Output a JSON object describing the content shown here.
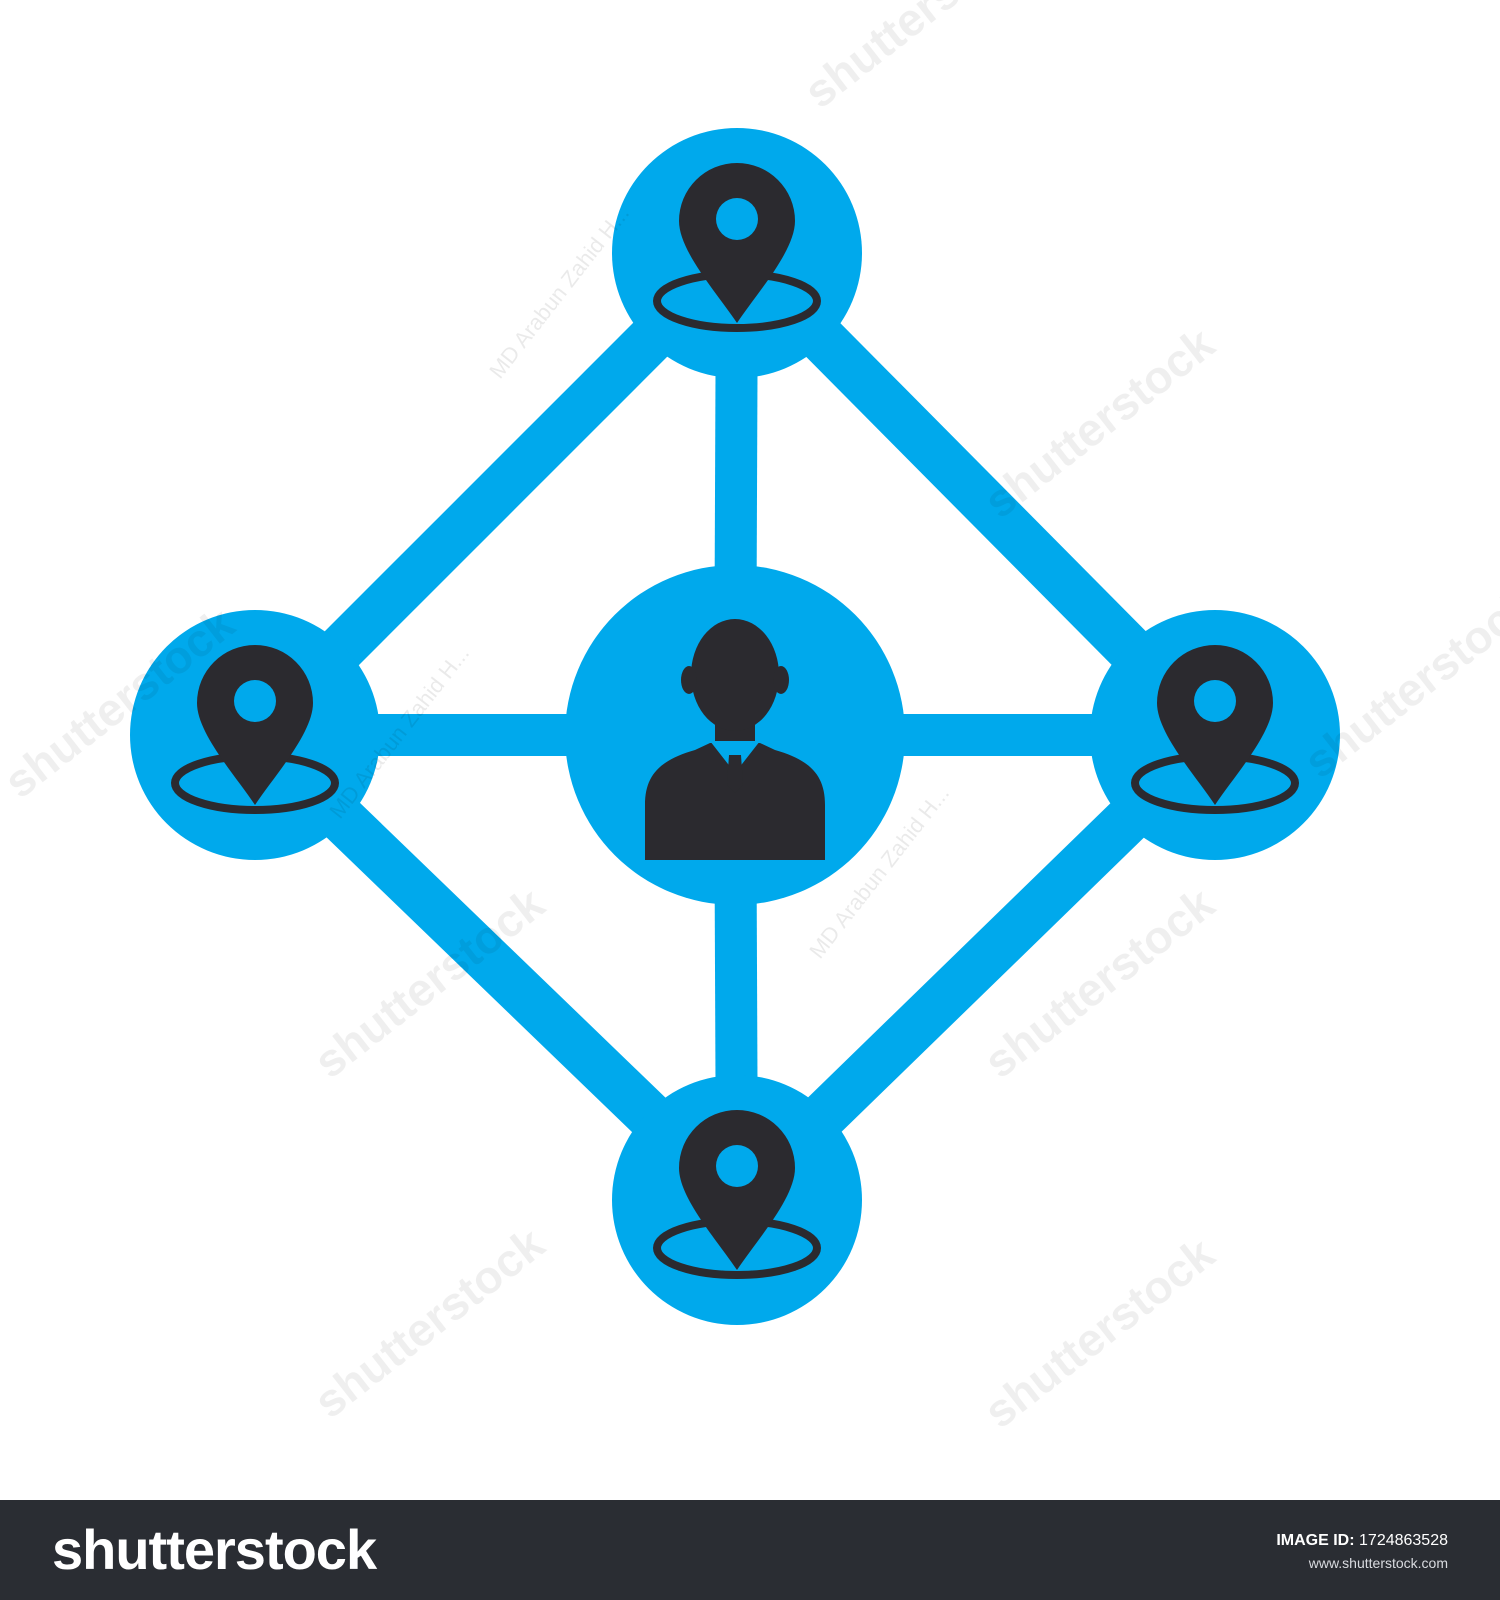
{
  "diagram": {
    "colors": {
      "accent": "#00a9ec",
      "icon": "#2b2a2f",
      "background": "#ffffff"
    },
    "center_node": {
      "icon": "person-icon"
    },
    "outer_nodes": [
      {
        "id": "top",
        "icon": "map-pin-icon"
      },
      {
        "id": "left",
        "icon": "map-pin-icon"
      },
      {
        "id": "right",
        "icon": "map-pin-icon"
      },
      {
        "id": "bottom",
        "icon": "map-pin-icon"
      }
    ],
    "connections": [
      [
        "top",
        "left"
      ],
      [
        "top",
        "right"
      ],
      [
        "bottom",
        "left"
      ],
      [
        "bottom",
        "right"
      ],
      [
        "center",
        "top"
      ],
      [
        "center",
        "left"
      ],
      [
        "center",
        "right"
      ],
      [
        "center",
        "bottom"
      ]
    ],
    "watermark": {
      "text": "shutterstock",
      "credit": "MD Arabun Zahid H..."
    }
  },
  "footer": {
    "brand": "shutterstock",
    "image_id_label": "IMAGE ID:",
    "image_id": "1724863528",
    "site": "www.shutterstock.com",
    "background": "#2a2d33"
  }
}
